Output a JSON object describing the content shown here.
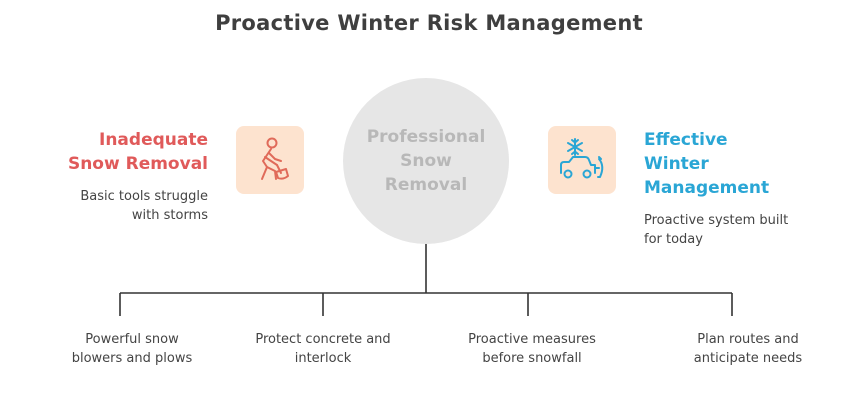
{
  "title": "Proactive Winter Risk Management",
  "center": {
    "label": "Professional\nSnow\nRemoval"
  },
  "left": {
    "title": "Inadequate\nSnow Removal",
    "description": "Basic tools struggle\nwith storms",
    "icon": "person-shoveling-icon",
    "color": "#e05a5a"
  },
  "right": {
    "title": "Effective\nWinter\nManagement",
    "description": "Proactive system built\nfor today",
    "icon": "snowplow-icon",
    "color": "#2aa6d5"
  },
  "branches": [
    {
      "label": "Powerful snow\nblowers and plows"
    },
    {
      "label": "Protect concrete and\ninterlock"
    },
    {
      "label": "Proactive measures\nbefore snowfall"
    },
    {
      "label": "Plan routes and\nanticipate needs"
    }
  ]
}
